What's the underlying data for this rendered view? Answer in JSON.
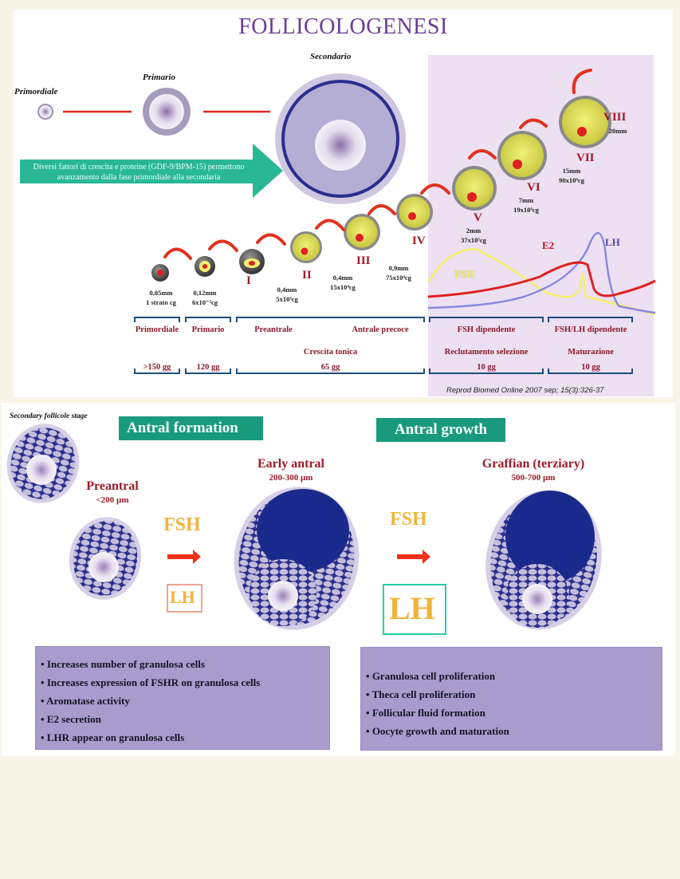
{
  "top_panel": {
    "title": "FOLLICOLOGENESI",
    "early_stages": [
      {
        "label": "Primordiale"
      },
      {
        "label": "Primario"
      },
      {
        "label": "Secondario"
      }
    ],
    "banner_text_line1": "Diversi fattori di crescita e proteine (GDF-9/BPM-15) permettono",
    "banner_text_line2": "avanzamento dalla fase primordiale alla secondaria",
    "follicle_stages": [
      {
        "roman": "",
        "size": "0,05mm",
        "cells": "1 strato cg"
      },
      {
        "roman": "",
        "size": "0,12mm",
        "cells": "6x10⁻²cg"
      },
      {
        "roman": "I",
        "size": "",
        "cells": ""
      },
      {
        "roman": "II",
        "size": "0,4mm",
        "cells": "5x10³cg"
      },
      {
        "roman": "III",
        "size": "0,4mm",
        "cells": "15x10⁴cg"
      },
      {
        "roman": "IV",
        "size": "0,9mm",
        "cells": "75x10⁴cg"
      },
      {
        "roman": "V",
        "size": "2mm",
        "cells": "37x10⁵cg"
      },
      {
        "roman": "VI",
        "size": "7mm",
        "cells": "19x10⁶cg"
      },
      {
        "roman": "VII",
        "size": "15mm",
        "cells": "90x10⁶cg"
      },
      {
        "roman": "VIII",
        "size": "20mm",
        "cells": ""
      }
    ],
    "hormone_labels": {
      "fsh": "FSH",
      "e2": "E2",
      "lh": "LH"
    },
    "hormone_colors": {
      "fsh": "#f5ef6a",
      "e2": "#e02020",
      "lh": "#8a8ae0"
    },
    "phases": [
      {
        "name": "Primordiale",
        "group": "",
        "duration": ">150 gg"
      },
      {
        "name": "Primario",
        "group": "",
        "duration": "120 gg"
      },
      {
        "name": "Preantrale",
        "name2": "Antrale precoce",
        "group": "Crescita tonica",
        "duration": "65 gg"
      },
      {
        "name": "FSH dipendente",
        "group": "Reclutamento selezione",
        "duration": "10 gg"
      },
      {
        "name": "FSH/LH dipendente",
        "group": "Maturazione",
        "duration": "10 gg"
      }
    ],
    "citation": "Reprod Biomed Online 2007 sep; 15(3):326-37"
  },
  "bottom_panel": {
    "secondary_label": "Secondary follicole stage",
    "banner_left": "Antral formation",
    "banner_right": "Antral growth",
    "preantral": {
      "name": "Preantral",
      "size": "<200 µm"
    },
    "early_antral": {
      "name": "Early antral",
      "size": "200-300 µm"
    },
    "graffian": {
      "name": "Graffian (terziary)",
      "size": "500-700 µm"
    },
    "hormones_left": {
      "fsh": "FSH",
      "lh": "LH"
    },
    "hormones_right": {
      "fsh": "FSH",
      "lh": "LH"
    },
    "box_left": [
      "Increases number of granulosa cells",
      "Increases expression of FSHR on granulosa cells",
      "Aromatase activity",
      "E2 secretion",
      "LHR appear on granulosa cells"
    ],
    "box_right": [
      "Granulosa cell proliferation",
      "Theca cell proliferation",
      "Follicular fluid formation",
      "Oocyte growth and maturation"
    ]
  },
  "colors": {
    "title": "#6a3d96",
    "banner_green": "#1a9a7c",
    "dark_red_text": "#a11a2a",
    "box_purple": "#a99bcc",
    "antrum_blue": "#1a2a8c",
    "page_bg": "#f8f5e8"
  }
}
